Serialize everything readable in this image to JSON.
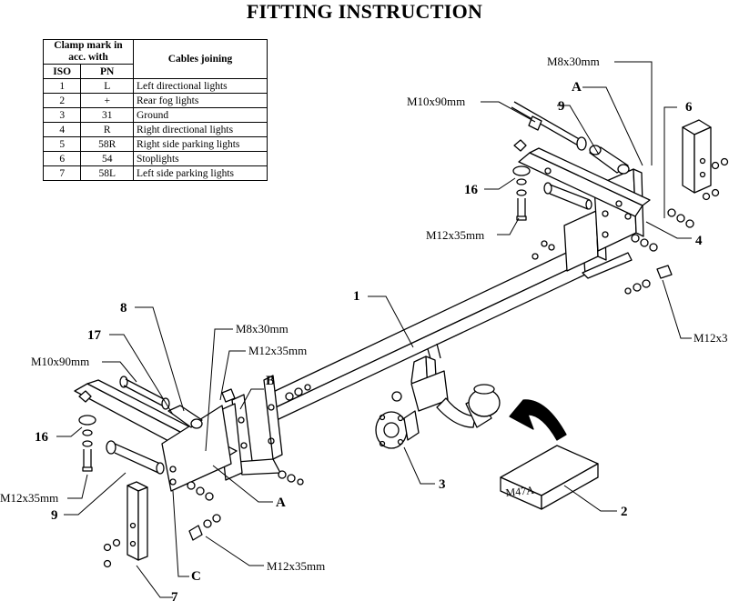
{
  "title": "FITTING INSTRUCTION",
  "table": {
    "header_clamp_mark": "Clamp mark in acc. with",
    "header_cables": "Cables joining",
    "header_iso": "ISO",
    "header_pn": "PN",
    "rows": [
      {
        "iso": "1",
        "pn": "L",
        "cable": "Left directional lights"
      },
      {
        "iso": "2",
        "pn": "+",
        "cable": "Rear fog lights"
      },
      {
        "iso": "3",
        "pn": "31",
        "cable": "Ground"
      },
      {
        "iso": "4",
        "pn": "R",
        "cable": "Right directional lights"
      },
      {
        "iso": "5",
        "pn": "58R",
        "cable": "Right side parking lights"
      },
      {
        "iso": "6",
        "pn": "54",
        "cable": "Stoplights"
      },
      {
        "iso": "7",
        "pn": "58L",
        "cable": "Left side parking lights"
      }
    ]
  },
  "labels": {
    "m8x30_top": "M8x30mm",
    "a_top": "A",
    "n6": "6",
    "n9_top": "9",
    "m10x90_top": "M10x90mm",
    "n16_top": "16",
    "m12x35_top": "M12x35mm",
    "n4": "4",
    "m12x35_right": "M12x3",
    "n1": "1",
    "n8": "8",
    "m8x30_left": "M8x30mm",
    "n17": "17",
    "m12x35_left_top": "M12x35mm",
    "m10x90_left": "M10x90mm",
    "b": "B",
    "n16_left": "16",
    "m12x35_left": "M12x35mm",
    "n9_left": "9",
    "a_bottom": "A",
    "n3": "3",
    "n2": "2",
    "box_code": "M47A",
    "m12x35_bottom": "M12x35mm",
    "c": "C",
    "n7": "7"
  }
}
